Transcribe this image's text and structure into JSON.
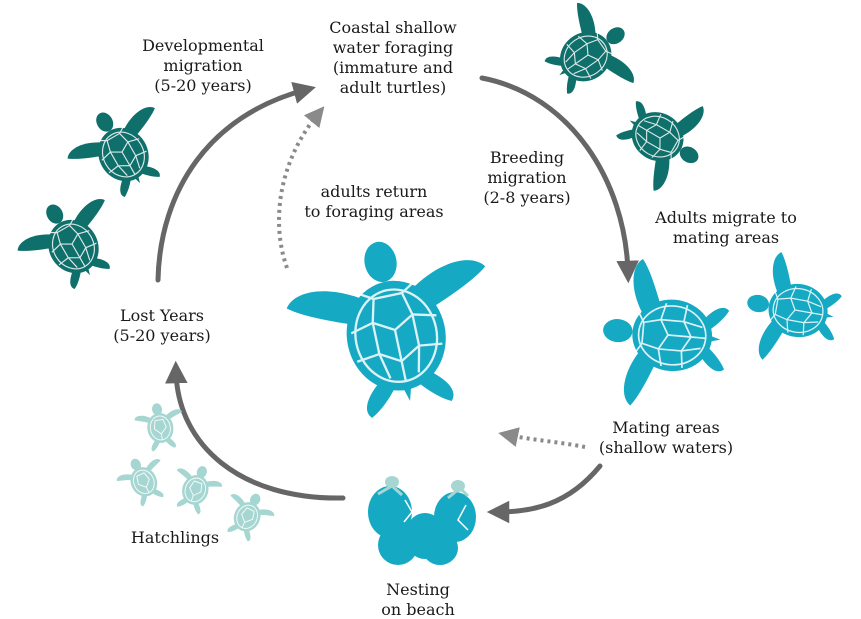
{
  "labels": {
    "coastal": "Coastal shallow\nwater foraging\n(immature and\nadult turtles)",
    "developmental": "Developmental\nmigration\n(5-20 years)",
    "breeding": "Breeding\nmigration\n(2-8 years)",
    "adults_migrate": "Adults migrate to\nmating areas",
    "adults_return": "adults return\nto foraging areas",
    "lost_years": "Lost Years\n(5-20 years)",
    "mating": "Mating areas\n(shallow waters)",
    "hatchlings": "Hatchlings",
    "nesting": "Nesting\non beach"
  },
  "colors": {
    "dark_turtle": "#0f6f6a",
    "bright_turtle": "#15a9c4",
    "hatchling": "#a6d6d1",
    "arrow": "#666666",
    "text": "#1a1a1a"
  }
}
